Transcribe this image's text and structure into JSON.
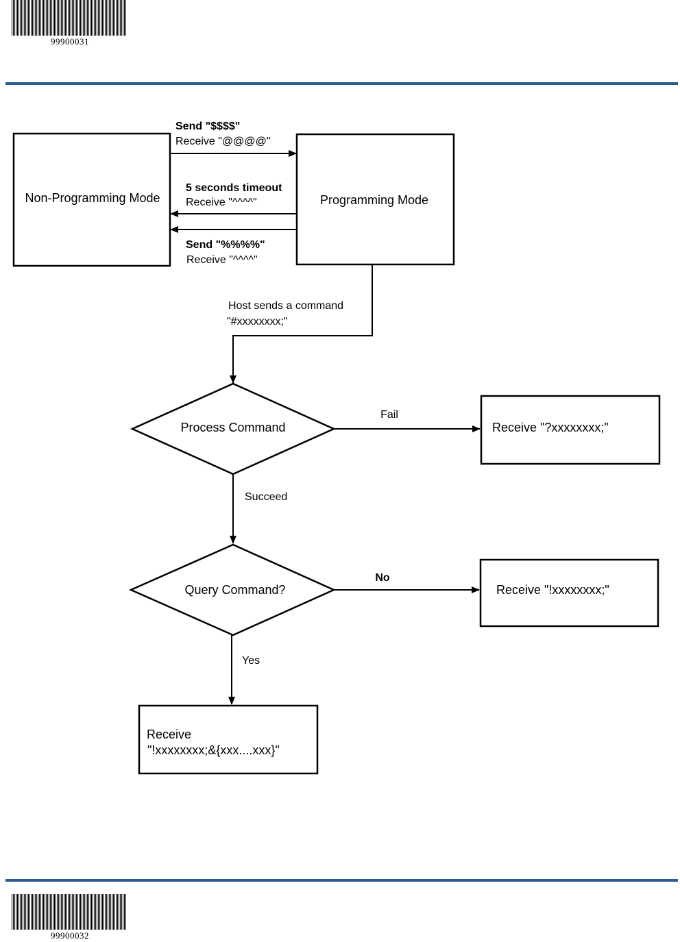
{
  "header": {
    "barcode_number": "99900031"
  },
  "footer": {
    "barcode_number": "99900032"
  },
  "flowchart": {
    "non_programming_mode": "Non-Programming Mode",
    "programming_mode": "Programming Mode",
    "enter_arrow": {
      "line1": "Send \"$$$$\"",
      "line2": "Receive \"@@@@\""
    },
    "timeout_arrow": {
      "line1": "5 seconds timeout",
      "line2": "Receive \"^^^^\""
    },
    "exit_arrow": {
      "line1": "Send \"%%%%\"",
      "line2": "Receive \"^^^^\""
    },
    "host_command": {
      "line1": "Host sends a command",
      "line2": "\"#xxxxxxxx;\""
    },
    "process_command": "Process Command",
    "fail_label": "Fail",
    "fail_result": "Receive \"?xxxxxxxx;\"",
    "succeed_label": "Succeed",
    "query_command": "Query Command?",
    "no_label": "No",
    "no_result": "Receive \"!xxxxxxxx;\"",
    "yes_label": "Yes",
    "yes_result": {
      "line1": "Receive",
      "line2": "\"!xxxxxxxx;&{xxx....xxx}\""
    }
  }
}
